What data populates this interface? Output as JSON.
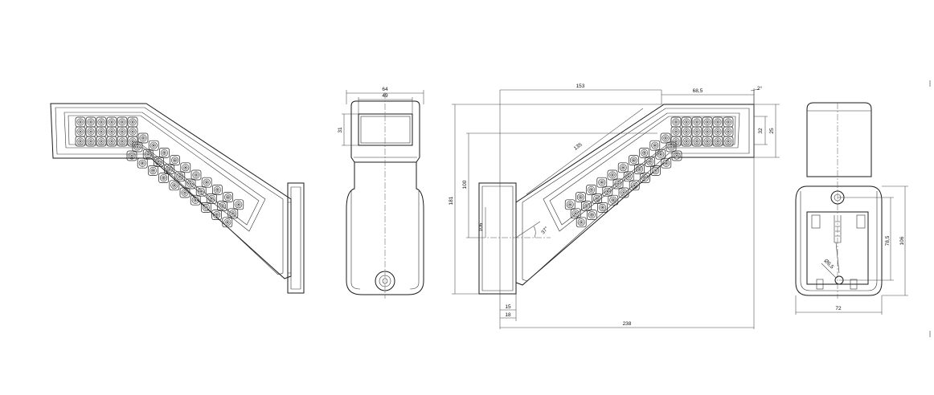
{
  "views": {
    "front": {
      "labels": []
    },
    "top": {
      "dimensions": [
        {
          "id": "overall-width",
          "text": "64"
        },
        {
          "id": "lens-width",
          "text": "49"
        },
        {
          "id": "lens-height",
          "text": "31"
        }
      ]
    },
    "side": {
      "dimensions": [
        {
          "id": "arm-span",
          "text": "153"
        },
        {
          "id": "head-length",
          "text": "68,5"
        },
        {
          "id": "tilt-angle",
          "text": "2°"
        },
        {
          "id": "diagonal-length",
          "text": "135"
        },
        {
          "id": "head-height-small",
          "text": "32"
        },
        {
          "id": "head-height",
          "text": "25"
        },
        {
          "id": "overall-height",
          "text": "181"
        },
        {
          "id": "mid-height",
          "text": "100"
        },
        {
          "id": "base-height",
          "text": "106"
        },
        {
          "id": "angle",
          "text": "37°"
        },
        {
          "id": "base-depth-small",
          "text": "15"
        },
        {
          "id": "base-depth",
          "text": "18"
        },
        {
          "id": "overall-length",
          "text": "238"
        }
      ]
    },
    "back": {
      "dimensions": [
        {
          "id": "hole-spacing",
          "text": "78,5"
        },
        {
          "id": "base-plate-height",
          "text": "106"
        },
        {
          "id": "hole-diameter",
          "text": "Ø6,5"
        },
        {
          "id": "base-width",
          "text": "72"
        }
      ]
    }
  }
}
